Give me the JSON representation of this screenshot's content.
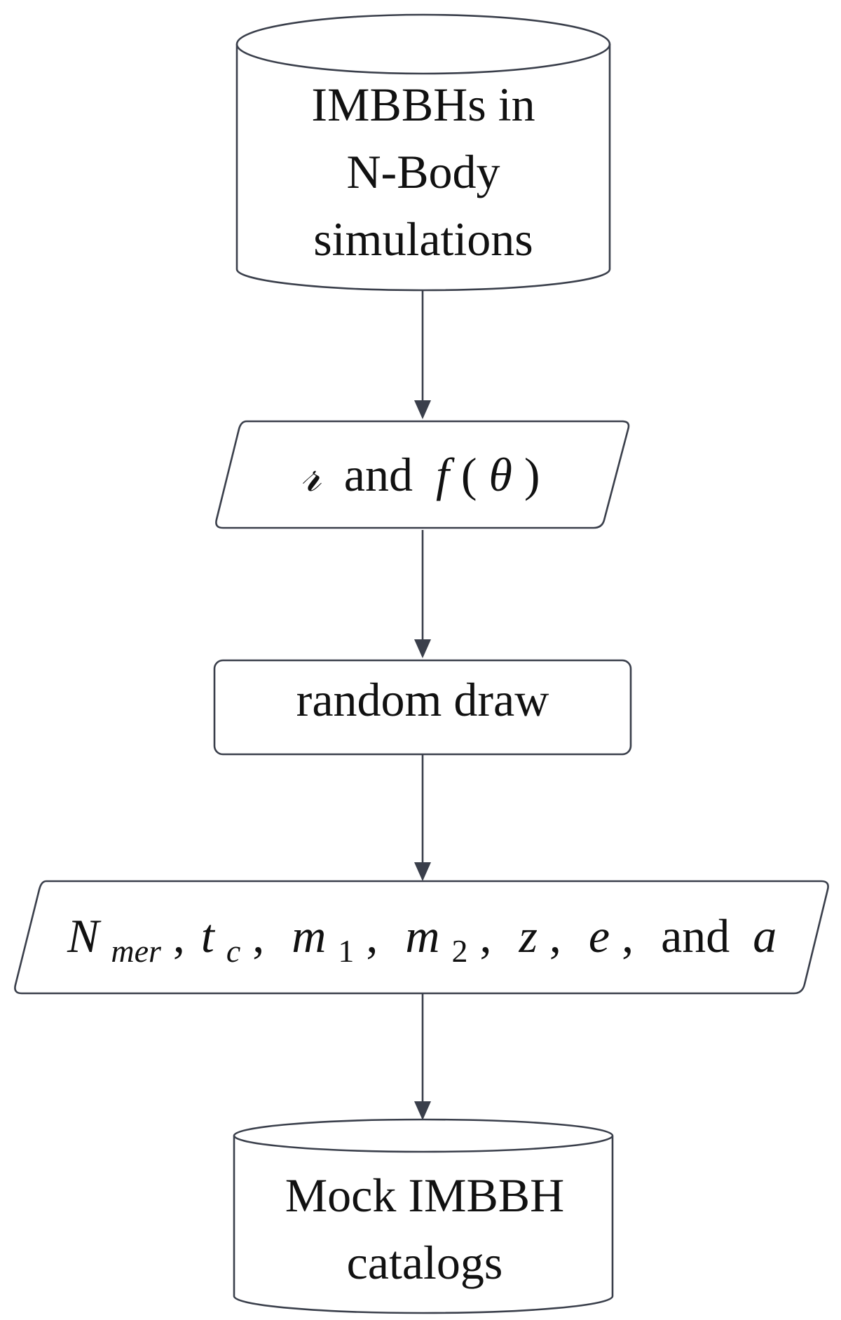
{
  "nodes": {
    "source": {
      "shape": "cylinder",
      "lines": [
        "IMBBHs in",
        "N-Body",
        "simulations"
      ]
    },
    "rate": {
      "shape": "parallelogram",
      "symbol_rate": "𝓇",
      "word_and": "and",
      "f": "f",
      "lparen": "(",
      "theta": "θ",
      "rparen": ")"
    },
    "draw": {
      "shape": "rectangle",
      "label": "random draw"
    },
    "params": {
      "shape": "parallelogram",
      "N": "N",
      "N_sub": "mer",
      "sep1": ",",
      "t": "t",
      "t_sub": "c",
      "sep2": ",",
      "m1": "m",
      "m1_sub": "1",
      "sep3": ",",
      "m2": "m",
      "m2_sub": "2",
      "sep4": ",",
      "z": "z",
      "sep5": ",",
      "e": "e",
      "sep6": ",",
      "word_and": "and",
      "a": "a"
    },
    "catalog": {
      "shape": "cylinder",
      "lines": [
        "Mock IMBBH",
        "catalogs"
      ]
    }
  },
  "edges": [
    {
      "from": "source",
      "to": "rate"
    },
    {
      "from": "rate",
      "to": "draw"
    },
    {
      "from": "draw",
      "to": "params"
    },
    {
      "from": "params",
      "to": "catalog"
    }
  ],
  "colors": {
    "stroke": "#3a3f4b",
    "fill": "#ffffff",
    "text": "#111111"
  }
}
